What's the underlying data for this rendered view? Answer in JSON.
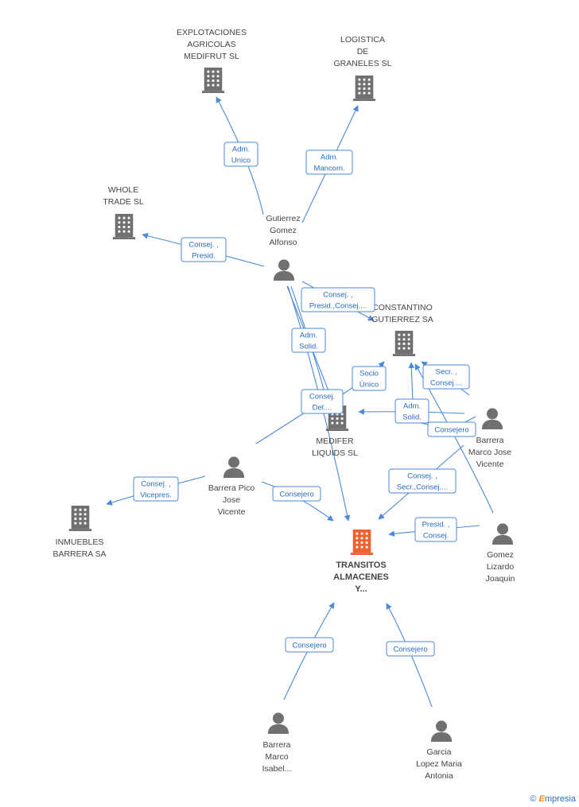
{
  "colors": {
    "edge": "#4a8ad8",
    "company": "#707070",
    "main_company": "#f06030",
    "person": "#707070",
    "label_text": "#2a6cc0"
  },
  "nodes": [
    {
      "id": "explotaciones",
      "type": "company",
      "lines": [
        "EXPLOTACIONES",
        "AGRICOLAS",
        "MEDIFRUT SL"
      ]
    },
    {
      "id": "logistica",
      "type": "company",
      "lines": [
        "LOGISTICA",
        "DE",
        "GRANELES SL"
      ]
    },
    {
      "id": "whole",
      "type": "company",
      "lines": [
        "WHOLE",
        "TRADE SL"
      ]
    },
    {
      "id": "gutierrez_gomez",
      "type": "person",
      "lines": [
        "Gutierrez",
        "Gomez",
        "Alfonso"
      ]
    },
    {
      "id": "constantino",
      "type": "company",
      "lines": [
        "CONSTANTINO",
        "GUTIERREZ SA"
      ]
    },
    {
      "id": "medifer",
      "type": "company",
      "lines": [
        "MEDIFER",
        "LIQUIDS  SL"
      ]
    },
    {
      "id": "barrera_marco_jose",
      "type": "person",
      "lines": [
        "Barrera",
        "Marco Jose",
        "Vicente"
      ]
    },
    {
      "id": "barrera_pico",
      "type": "person",
      "lines": [
        "Barrera Pico",
        "Jose",
        "Vicente"
      ]
    },
    {
      "id": "inmuebles",
      "type": "company",
      "lines": [
        "INMUEBLES",
        "BARRERA SA"
      ]
    },
    {
      "id": "transitos",
      "type": "main",
      "lines": [
        "TRANSITOS",
        "ALMACENES",
        "Y..."
      ]
    },
    {
      "id": "gomez_lizardo",
      "type": "person",
      "lines": [
        "Gomez",
        "Lizardo",
        "Joaquin"
      ]
    },
    {
      "id": "barrera_isabel",
      "type": "person",
      "lines": [
        "Barrera",
        "Marco",
        "Isabel..."
      ]
    },
    {
      "id": "garcia_lopez",
      "type": "person",
      "lines": [
        "Garcia",
        "Lopez Maria",
        "Antonia"
      ]
    }
  ],
  "edges": [
    {
      "id": "e1",
      "lines": [
        "Adm.",
        "Unico"
      ]
    },
    {
      "id": "e2",
      "lines": [
        "Adm.",
        "Mancom."
      ]
    },
    {
      "id": "e3",
      "lines": [
        "Consej. ,",
        "Presid."
      ]
    },
    {
      "id": "e4",
      "lines": [
        "Consej. ,",
        "Presid.,Consej...."
      ]
    },
    {
      "id": "e5",
      "lines": [
        "Adm.",
        "Solid."
      ]
    },
    {
      "id": "e6",
      "lines": [
        "Socio",
        "Único"
      ]
    },
    {
      "id": "e7",
      "lines": [
        "Secr. ,",
        "Consej...."
      ]
    },
    {
      "id": "e8",
      "lines": [
        "Consej.",
        "Del...."
      ]
    },
    {
      "id": "e9",
      "lines": [
        "Adm.",
        "Solid."
      ]
    },
    {
      "id": "e10",
      "lines": [
        "Consejero"
      ]
    },
    {
      "id": "e11",
      "lines": [
        "Consej. ,",
        "Secr.,Consej...."
      ]
    },
    {
      "id": "e12",
      "lines": [
        "Consej. ,",
        "Vicepres."
      ]
    },
    {
      "id": "e13",
      "lines": [
        "Consejero"
      ]
    },
    {
      "id": "e14",
      "lines": [
        "Presid. ,",
        "Consej."
      ]
    },
    {
      "id": "e15",
      "lines": [
        "Consejero"
      ]
    },
    {
      "id": "e16",
      "lines": [
        "Consejero"
      ]
    }
  ],
  "watermark": {
    "copyright": "©",
    "brand_initial": "E",
    "brand_rest": "mpresia"
  }
}
